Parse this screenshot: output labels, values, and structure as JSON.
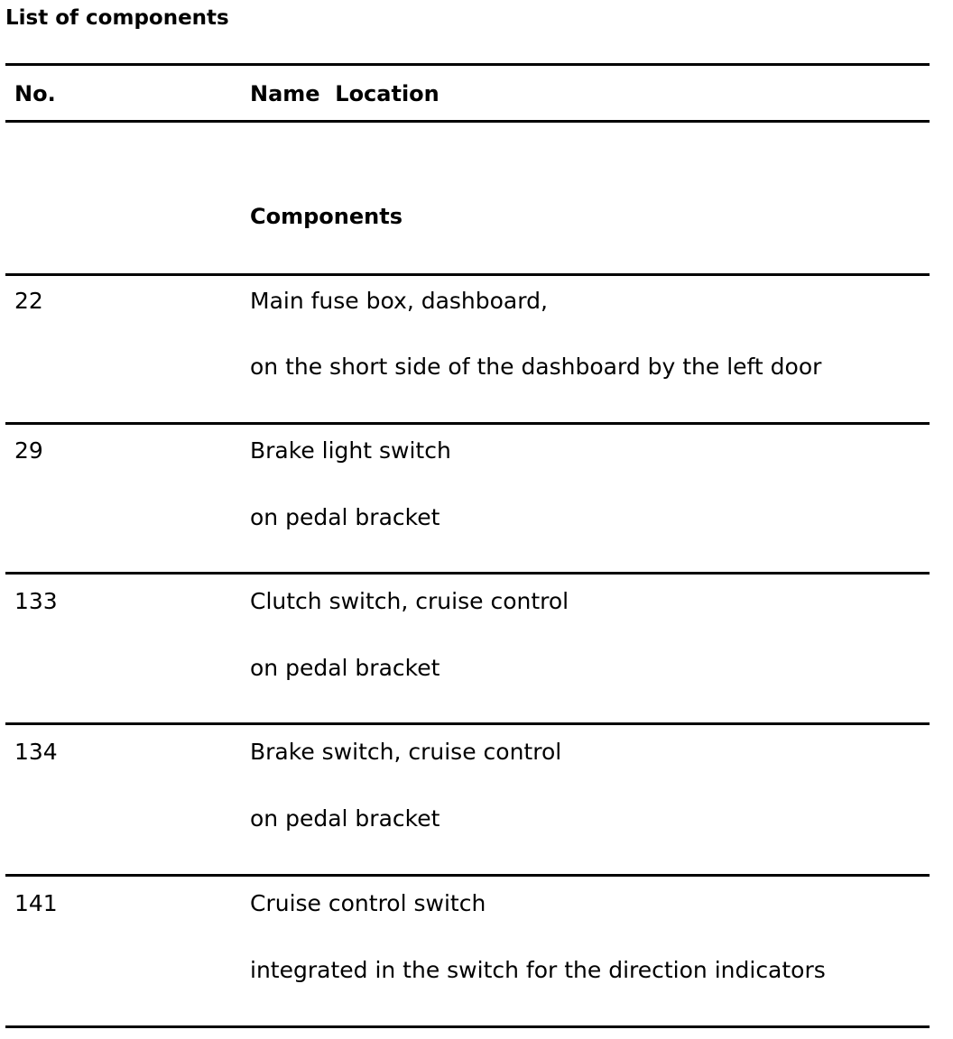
{
  "document": {
    "title": "List of components"
  },
  "table": {
    "columns": [
      {
        "key": "no",
        "label": "No."
      },
      {
        "key": "name_location",
        "label": "Name  Location"
      }
    ],
    "section": {
      "label": "Components"
    },
    "rows": [
      {
        "no": "22",
        "name": "Main fuse box, dashboard,",
        "location": "on the short side of the dashboard by the left door"
      },
      {
        "no": "29",
        "name": "Brake light switch",
        "location": "on pedal bracket"
      },
      {
        "no": "133",
        "name": "Clutch switch, cruise control",
        "location": "on pedal bracket"
      },
      {
        "no": "134",
        "name": "Brake switch, cruise control",
        "location": "on pedal bracket"
      },
      {
        "no": "141",
        "name": "Cruise control switch",
        "location": "integrated in the switch for the direction indicators"
      }
    ]
  },
  "style": {
    "text_color": "#000000",
    "background_color": "#ffffff",
    "rule_color": "#000000"
  }
}
